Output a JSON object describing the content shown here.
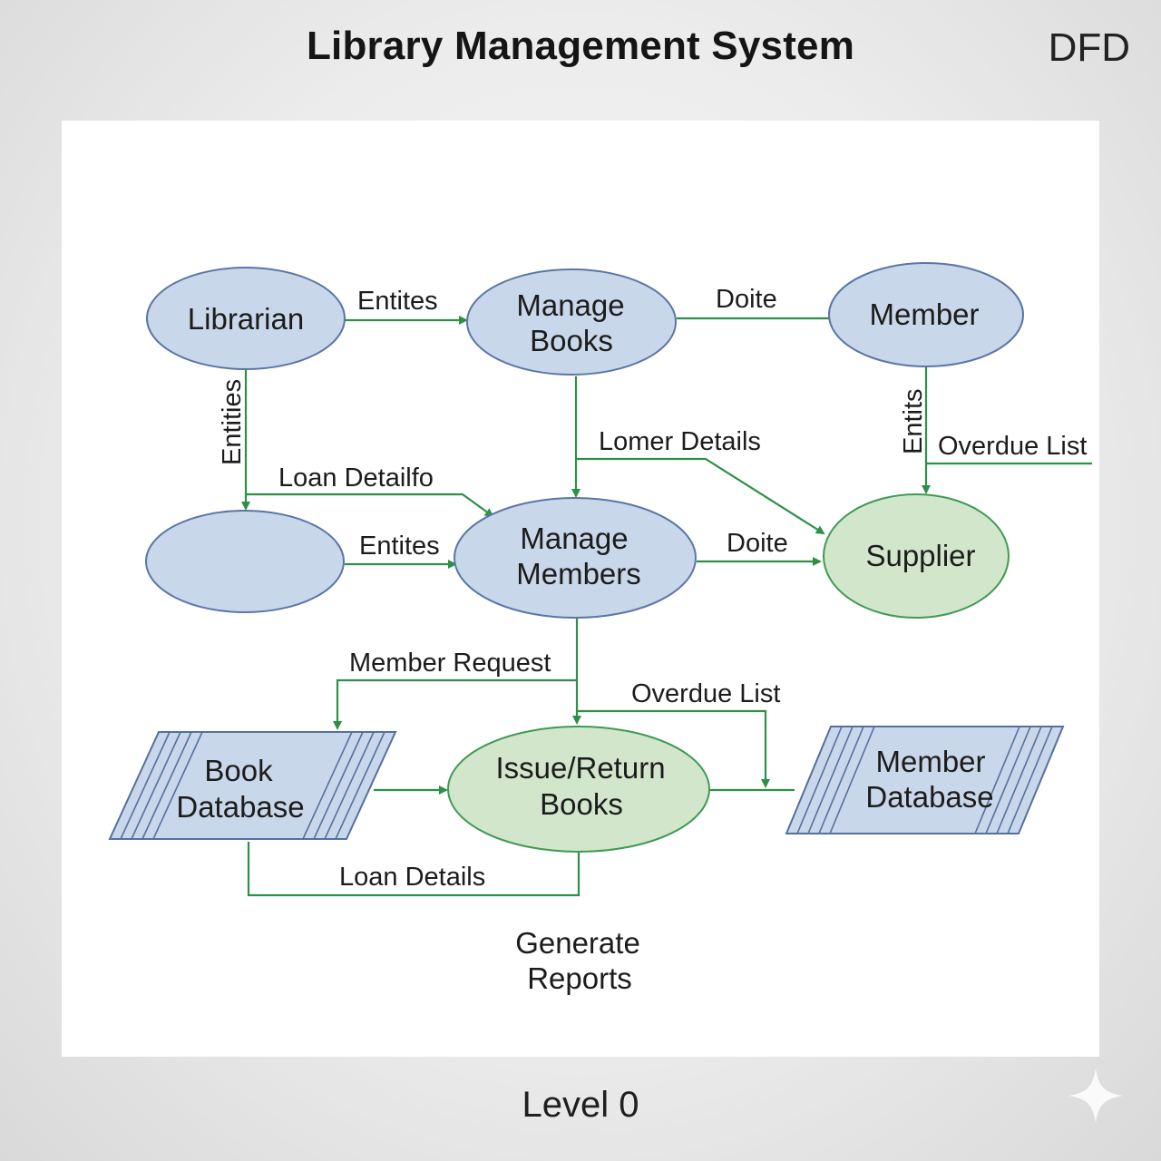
{
  "header": {
    "title": "Library Management System",
    "tag": "DFD"
  },
  "footer": {
    "level": "Level 0"
  },
  "nodes": {
    "librarian": {
      "lines": [
        "Librarian"
      ]
    },
    "manage_books": {
      "lines": [
        "Manage",
        "Books"
      ]
    },
    "member": {
      "lines": [
        "Member"
      ]
    },
    "unnamed_entity": {
      "lines": []
    },
    "manage_members": {
      "lines": [
        "Manage",
        "Members"
      ]
    },
    "supplier": {
      "lines": [
        "Supplier"
      ]
    },
    "issue_return": {
      "lines": [
        "Issue/Return",
        "Books"
      ]
    },
    "book_database": {
      "lines": [
        "Book",
        "Database"
      ]
    },
    "member_database": {
      "lines": [
        "Member",
        "Database"
      ]
    },
    "generate_reports": {
      "lines": [
        "Generate",
        "Reports"
      ]
    }
  },
  "flows": {
    "librarian_to_manage_books": "Entites",
    "manage_books_member": "Doite",
    "librarian_down": "Entities",
    "loan_detail_top": "Loan Detailfo",
    "lomer_details": "Lomer Details",
    "member_down": "Entits",
    "overdue_list_top": "Overdue List",
    "entity_to_manage_members": "Entites",
    "manage_members_to_supplier": "Doite",
    "member_request": "Member Request",
    "overdue_list_bottom": "Overdue List",
    "loan_details_bottom": "Loan Details"
  },
  "colors": {
    "entity_fill": "#c9d7ea",
    "entity_stroke": "#5b76a6",
    "process_green_fill": "#d2e6cc",
    "process_green_stroke": "#3f9a52",
    "arrow": "#2e9048",
    "store_stripe": "#55709e"
  }
}
